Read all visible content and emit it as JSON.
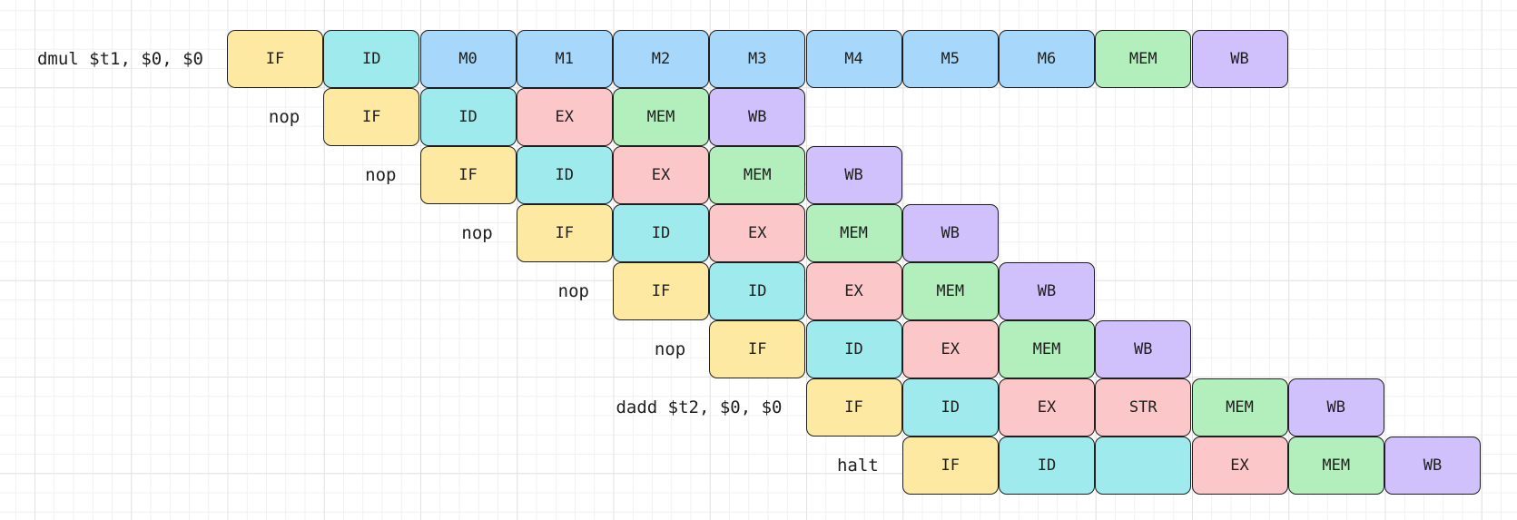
{
  "colors": {
    "IF": "#fde9a1",
    "ID": "#9eeaec",
    "M": "#a7d8fb",
    "EX": "#fcc7c9",
    "STR": "#fcc7c9",
    "MEM": "#b2efbc",
    "WB": "#d0c0fb",
    "blank": "#9eeaec"
  },
  "rows": [
    {
      "label": "dmul $t1, $0, $0",
      "start": 0,
      "stages": [
        {
          "text": "IF",
          "kind": "IF"
        },
        {
          "text": "ID",
          "kind": "ID"
        },
        {
          "text": "M0",
          "kind": "M"
        },
        {
          "text": "M1",
          "kind": "M"
        },
        {
          "text": "M2",
          "kind": "M"
        },
        {
          "text": "M3",
          "kind": "M"
        },
        {
          "text": "M4",
          "kind": "M"
        },
        {
          "text": "M5",
          "kind": "M"
        },
        {
          "text": "M6",
          "kind": "M"
        },
        {
          "text": "MEM",
          "kind": "MEM"
        },
        {
          "text": "WB",
          "kind": "WB"
        }
      ]
    },
    {
      "label": "nop",
      "start": 1,
      "stages": [
        {
          "text": "IF",
          "kind": "IF"
        },
        {
          "text": "ID",
          "kind": "ID"
        },
        {
          "text": "EX",
          "kind": "EX"
        },
        {
          "text": "MEM",
          "kind": "MEM"
        },
        {
          "text": "WB",
          "kind": "WB"
        }
      ]
    },
    {
      "label": "nop",
      "start": 2,
      "stages": [
        {
          "text": "IF",
          "kind": "IF"
        },
        {
          "text": "ID",
          "kind": "ID"
        },
        {
          "text": "EX",
          "kind": "EX"
        },
        {
          "text": "MEM",
          "kind": "MEM"
        },
        {
          "text": "WB",
          "kind": "WB"
        }
      ]
    },
    {
      "label": "nop",
      "start": 3,
      "stages": [
        {
          "text": "IF",
          "kind": "IF"
        },
        {
          "text": "ID",
          "kind": "ID"
        },
        {
          "text": "EX",
          "kind": "EX"
        },
        {
          "text": "MEM",
          "kind": "MEM"
        },
        {
          "text": "WB",
          "kind": "WB"
        }
      ]
    },
    {
      "label": "nop",
      "start": 4,
      "stages": [
        {
          "text": "IF",
          "kind": "IF"
        },
        {
          "text": "ID",
          "kind": "ID"
        },
        {
          "text": "EX",
          "kind": "EX"
        },
        {
          "text": "MEM",
          "kind": "MEM"
        },
        {
          "text": "WB",
          "kind": "WB"
        }
      ]
    },
    {
      "label": "nop",
      "start": 5,
      "stages": [
        {
          "text": "IF",
          "kind": "IF"
        },
        {
          "text": "ID",
          "kind": "ID"
        },
        {
          "text": "EX",
          "kind": "EX"
        },
        {
          "text": "MEM",
          "kind": "MEM"
        },
        {
          "text": "WB",
          "kind": "WB"
        }
      ]
    },
    {
      "label": "dadd $t2, $0, $0",
      "start": 6,
      "stages": [
        {
          "text": "IF",
          "kind": "IF"
        },
        {
          "text": "ID",
          "kind": "ID"
        },
        {
          "text": "EX",
          "kind": "EX"
        },
        {
          "text": "STR",
          "kind": "STR"
        },
        {
          "text": "MEM",
          "kind": "MEM"
        },
        {
          "text": "WB",
          "kind": "WB"
        }
      ]
    },
    {
      "label": "halt",
      "start": 7,
      "stages": [
        {
          "text": "IF",
          "kind": "IF"
        },
        {
          "text": "ID",
          "kind": "ID"
        },
        {
          "text": "",
          "kind": "blank"
        },
        {
          "text": "EX",
          "kind": "EX"
        },
        {
          "text": "MEM",
          "kind": "MEM"
        },
        {
          "text": "WB",
          "kind": "WB"
        }
      ]
    }
  ]
}
